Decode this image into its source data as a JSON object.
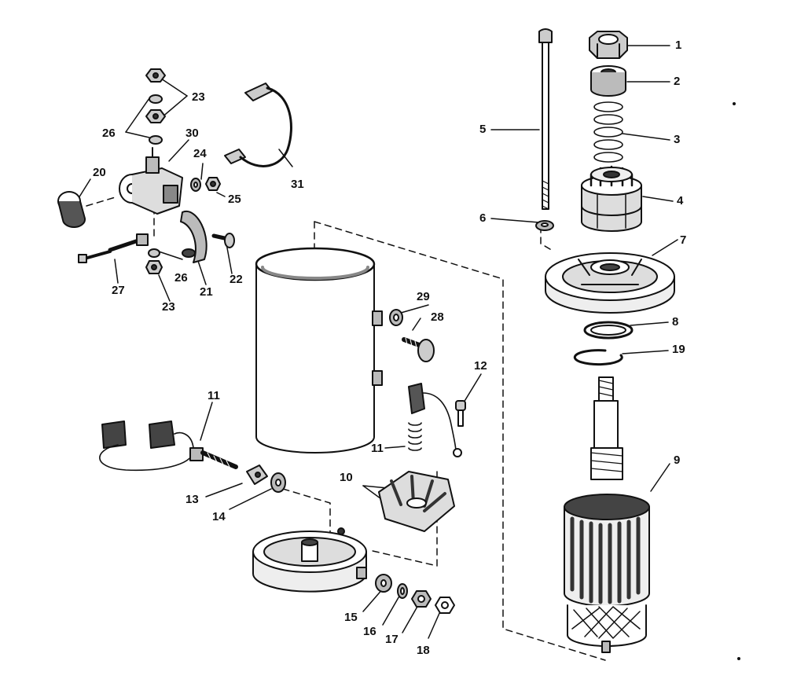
{
  "diagram": {
    "type": "exploded parts diagram",
    "colors": {
      "ink": "#111111",
      "paper": "#ffffff",
      "shade": "#bdbdbd"
    },
    "callouts": [
      {
        "id": "c1",
        "label": "1"
      },
      {
        "id": "c2",
        "label": "2"
      },
      {
        "id": "c3",
        "label": "3"
      },
      {
        "id": "c4",
        "label": "4"
      },
      {
        "id": "c5",
        "label": "5"
      },
      {
        "id": "c6",
        "label": "6"
      },
      {
        "id": "c7",
        "label": "7"
      },
      {
        "id": "c8",
        "label": "8"
      },
      {
        "id": "c19",
        "label": "19"
      },
      {
        "id": "c9",
        "label": "9"
      },
      {
        "id": "c12",
        "label": "12"
      },
      {
        "id": "c10",
        "label": "10"
      },
      {
        "id": "c11a",
        "label": "11"
      },
      {
        "id": "c11b",
        "label": "11"
      },
      {
        "id": "c13",
        "label": "13"
      },
      {
        "id": "c14",
        "label": "14"
      },
      {
        "id": "c15",
        "label": "15"
      },
      {
        "id": "c16",
        "label": "16"
      },
      {
        "id": "c17",
        "label": "17"
      },
      {
        "id": "c18",
        "label": "18"
      },
      {
        "id": "c20",
        "label": "20"
      },
      {
        "id": "c21",
        "label": "21"
      },
      {
        "id": "c22",
        "label": "22"
      },
      {
        "id": "c23a",
        "label": "23"
      },
      {
        "id": "c23b",
        "label": "23"
      },
      {
        "id": "c24",
        "label": "24"
      },
      {
        "id": "c25",
        "label": "25"
      },
      {
        "id": "c26a",
        "label": "26"
      },
      {
        "id": "c26b",
        "label": "26"
      },
      {
        "id": "c27",
        "label": "27"
      },
      {
        "id": "c28",
        "label": "28"
      },
      {
        "id": "c29",
        "label": "29"
      },
      {
        "id": "c30",
        "label": "30"
      },
      {
        "id": "c31",
        "label": "31"
      }
    ]
  }
}
